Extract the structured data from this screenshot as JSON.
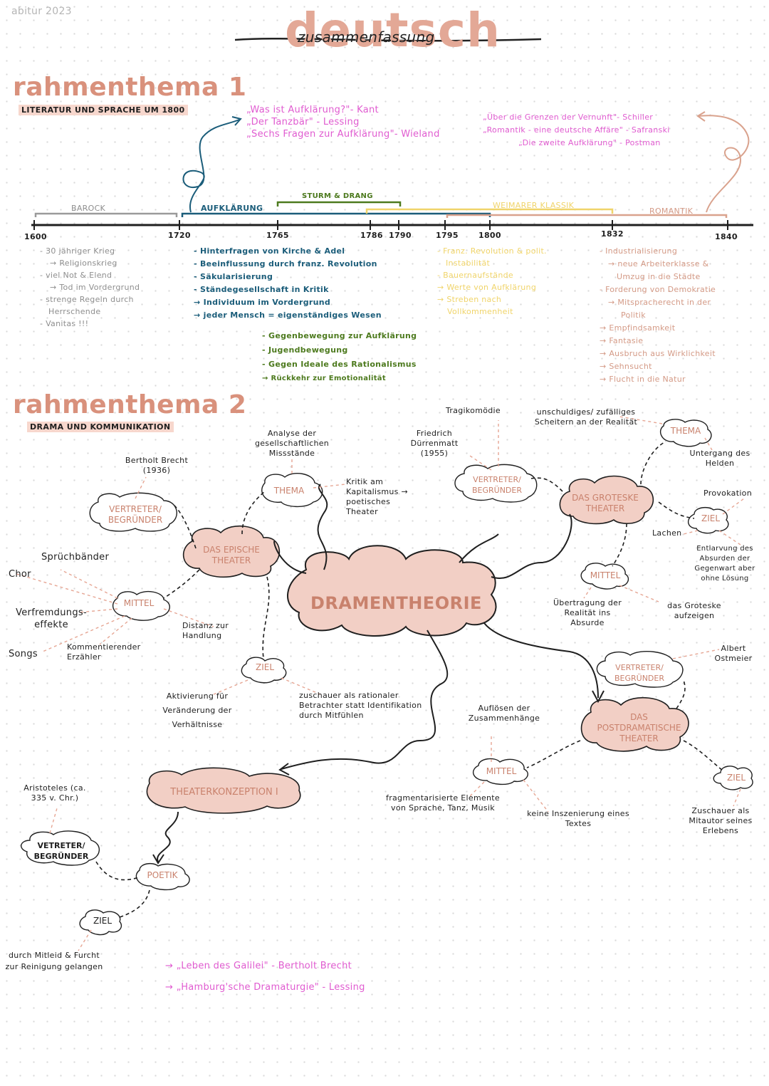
{
  "header": {
    "corner": "abitur 2023",
    "title": "deutsch",
    "subtitle": "zusammenfassung"
  },
  "theme1": {
    "heading": "rahmenthema 1",
    "sub": "LITERATUR UND SPRACHE UM 1800",
    "quotes_left": [
      "„Was ist Aufklärung?\"- Kant",
      "„Der Tanzbär\" - Lessing",
      "„Sechs Fragen zur Aufklärung\"- Wieland"
    ],
    "quotes_right": [
      "„Über die Grenzen der Vernunft\"- Schiller",
      "„Romantik - eine deutsche Affäre\" - Safranski",
      "„Die zweite Aufklärung\" - Postman"
    ],
    "eras": {
      "barock": "BAROCK",
      "aufklaerung": "AUFKLÄRUNG",
      "sturm": "STURM & DRANG",
      "weimarer": "WEIMARER KLASSIK",
      "romantik": "ROMANTIK"
    },
    "years": [
      "1600",
      "1720",
      "1765",
      "1786",
      "1790",
      "1795",
      "1800",
      "1832",
      "1840"
    ],
    "barock_notes": [
      "- 30 jähriger Krieg",
      "→ Religionskrieg",
      "- viel Not & Elend",
      "→ Tod im Vordergrund",
      "- strenge Regeln durch",
      "Herrschende",
      "- Vanitas !!!"
    ],
    "aufklaerung_notes": [
      "- Hinterfragen von Kirche & Adel",
      "- Beeinflussung durch franz. Revolution",
      "- Säkularisierung",
      "- Ständegesellschaft in Kritik",
      "→ Individuum im Vordergrund",
      "→ jeder Mensch = eigenständiges Wesen"
    ],
    "sturm_notes": [
      "- Gegenbewegung zur Aufklärung",
      "- Jugendbewegung",
      "- Gegen Ideale des Rationalismus",
      "→ Rückkehr zur Emotionalität"
    ],
    "klassik_notes": [
      "- Franz. Revolution & polit.",
      "Instabilität",
      "- Bauernaufstände",
      "→ Werte von Aufklärung",
      "→ Streben nach",
      "Vollkommenheit"
    ],
    "romantik_notes": [
      "- Industrialisierung",
      "→ neue Arbeiterklasse &",
      "Umzug in die Städte",
      "- Forderung von Demokratie",
      "→ Mitspracherecht in der",
      "Politik",
      "→ Empfindsamkeit",
      "→ Fantasie",
      "→ Ausbruch aus Wirklichkeit",
      "→ Sehnsucht",
      "→ Flucht in die Natur"
    ]
  },
  "theme2": {
    "heading": "rahmenthema 2",
    "sub": "DRAMA UND KOMMUNIKATION",
    "center": "DRAMENTHEORIE",
    "episch": {
      "cloud": "DAS EPISCHE THEATER",
      "vertreter": "VERTRETER/ BEGRÜNDER",
      "vertreter_name": "Bertholt Brecht (1936)",
      "thema": "THEMA",
      "thema_top": "Analyse der gesellschaftlichen Missstände",
      "thema_right": "Kritik am Kapitalismus → poetisches Theater",
      "mittel": "MITTEL",
      "mittel_items": [
        "Sprüchbänder",
        "Chor",
        "Verfremdungs-effekte",
        "Songs",
        "Kommentierender Erzähler"
      ],
      "distanz": "Distanz zur Handlung",
      "ziel": "ZIEL",
      "ziel_a": "Aktivierung für Veränderung der Verhältnisse",
      "ziel_b": "zuschauer als rationaler Betrachter statt Identifikation durch Mitfühlen"
    },
    "grotesk": {
      "cloud": "DAS GROTESKE THEATER",
      "tragik": "Tragikomödie",
      "vertreter": "VERTRETER/ BEGRÜNDER",
      "vertreter_name": "Friedrich Dürrenmatt (1955)",
      "thema": "THEMA",
      "thema_top": "unschuldiges/ zufälliges Scheitern an der Realität",
      "thema_right": "Untergang des Helden",
      "ziel": "ZIEL",
      "provokation": "Provokation",
      "lachen": "Lachen",
      "entlarvung": "Entlarvung des Absurden der Gegenwart aber ohne Lösung",
      "mittel": "MITTEL",
      "mittel_a": "Übertragung der Realität ins Absurde",
      "mittel_b": "das Groteske aufzeigen"
    },
    "post": {
      "cloud": "DAS POSTDRAMATISCHE THEATER",
      "vertreter": "VERTRETER/ BEGRÜNDER",
      "vertreter_name": "Albert Ostmeier",
      "aufloesen": "Auflösen der Zusammenhänge",
      "mittel": "MITTEL",
      "mittel_a": "fragmentarisierte Elemente von Sprache, Tanz, Musik",
      "mittel_b": "keine Inszenierung eines Textes",
      "ziel": "ZIEL",
      "ziel_text": "Zuschauer als Mitautor seines Erlebens"
    },
    "konzeption": {
      "cloud": "THEATERKONZEPTION I",
      "vertreter": "VETRETER/ BEGRÜNDER",
      "vertreter_name": "Aristoteles (ca. 335 v. Chr.)",
      "poetik": "POETIK",
      "ziel": "ZIEL",
      "ziel_text": "durch Mitleid & Furcht zur Reinigung gelangen"
    },
    "refs": [
      "→ „Leben des Galilei\" - Bertholt Brecht",
      "→ „Hamburg'sche Dramaturgie\" - Lessing"
    ]
  }
}
